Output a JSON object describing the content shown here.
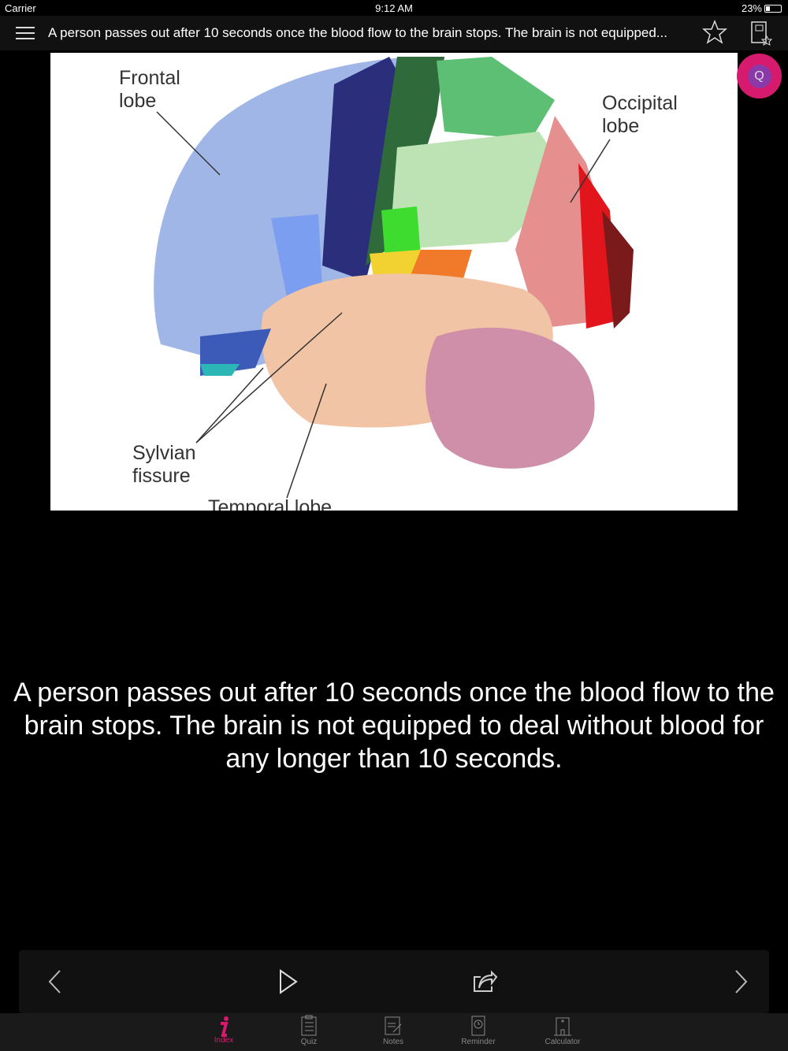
{
  "status": {
    "carrier": "Carrier",
    "time": "9:12 AM",
    "battery": "23%"
  },
  "nav": {
    "title": "A person passes out after 10 seconds once the blood flow to the brain stops. The brain is not equipped..."
  },
  "image": {
    "labels": {
      "frontal": "Frontal lobe",
      "occipital": "Occipital lobe",
      "sylvian": "Sylvian fissure",
      "temporal": "Temporal lobe"
    }
  },
  "quiz_fab": "Q",
  "caption": "A person passes out after 10 seconds once the blood flow to the brain stops. The brain is not equipped to deal without blood for any longer than 10 seconds.",
  "tabs": [
    {
      "label": "Index",
      "active": true
    },
    {
      "label": "Quiz"
    },
    {
      "label": "Notes"
    },
    {
      "label": "Reminder"
    },
    {
      "label": "Calculator"
    }
  ],
  "colors": {
    "accent": "#d61a6e",
    "bar": "#111111",
    "tabbar": "#1a1a1a"
  }
}
